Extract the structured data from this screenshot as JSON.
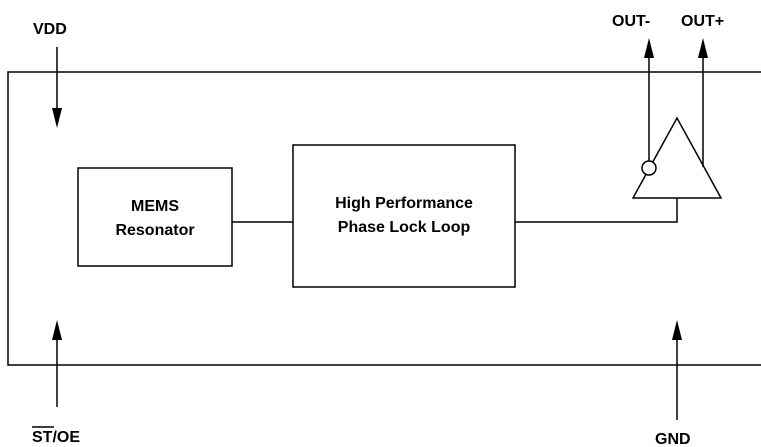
{
  "pins": {
    "vdd": "VDD",
    "out_minus": "OUT-",
    "out_plus": "OUT+",
    "st_oe_bar": "ST",
    "st_oe_rest": "/OE",
    "gnd": "GND"
  },
  "blocks": {
    "mems_line1": "MEMS",
    "mems_line2": "Resonator",
    "pll_line1": "High Performance",
    "pll_line2": "Phase Lock Loop"
  },
  "colors": {
    "stroke": "#000000",
    "fill": "#ffffff"
  }
}
